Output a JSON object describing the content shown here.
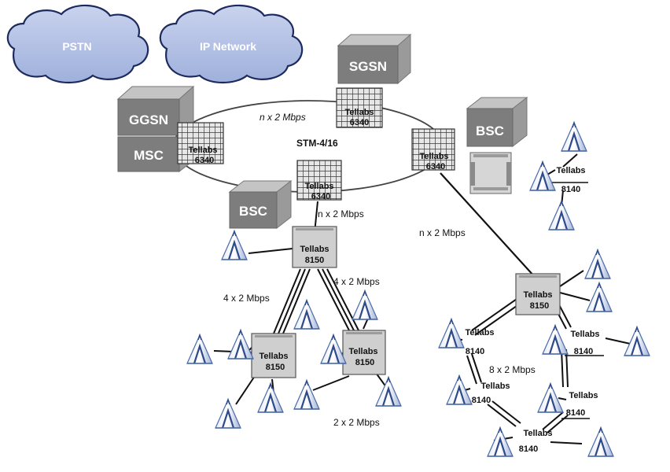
{
  "clouds": {
    "pstn": "PSTN",
    "ip_network": "IP Network"
  },
  "network_elements": {
    "sgsn": "SGSN",
    "ggsn": "GGSN",
    "msc": "MSC",
    "bsc_right": "BSC",
    "bsc_center": "BSC"
  },
  "ring": {
    "label": "STM-4/16"
  },
  "nodes": {
    "n6340_top": [
      "Tellabs",
      "6340"
    ],
    "n6340_left": [
      "Tellabs",
      "6340"
    ],
    "n6340_bottom": [
      "Tellabs",
      "6340"
    ],
    "n6340_right": [
      "Tellabs",
      "6340"
    ],
    "n8150_center": [
      "Tellabs",
      "8150"
    ],
    "n8150_left": [
      "Tellabs",
      "8150"
    ],
    "n8150_mid": [
      "Tellabs",
      "8150"
    ],
    "n8150_right": [
      "Tellabs",
      "8150"
    ],
    "n8140_topright": [
      "Tellabs",
      "8140"
    ],
    "n8140_a": [
      "Tellabs",
      "8140"
    ],
    "n8140_b": [
      "Tellabs",
      "8140"
    ],
    "n8140_c": [
      "Tellabs",
      "8140"
    ],
    "n8140_d": [
      "Tellabs",
      "8140"
    ],
    "n8140_e": [
      "Tellabs",
      "8140"
    ]
  },
  "links": {
    "ring_top": "n x 2 Mbps",
    "center_down": "n x 2 Mbps",
    "diag_right": "n x 2 Mbps",
    "left_4x2": "4 x 2 Mbps",
    "right_4x2": "4 x 2 Mbps",
    "ring_8x2": "8 x 2 Mbps",
    "bottom_2x2": "2 x 2 Mbps"
  },
  "colors": {
    "cloud_fill": "#b6c3e6",
    "cloud_stroke": "#1d2a5e",
    "box_front": "#7f7f7f",
    "box_top": "#bdbdbd",
    "box_side": "#9c9c9c",
    "node_fill": "#c9c9c9",
    "antenna": "#2e4a8a"
  }
}
